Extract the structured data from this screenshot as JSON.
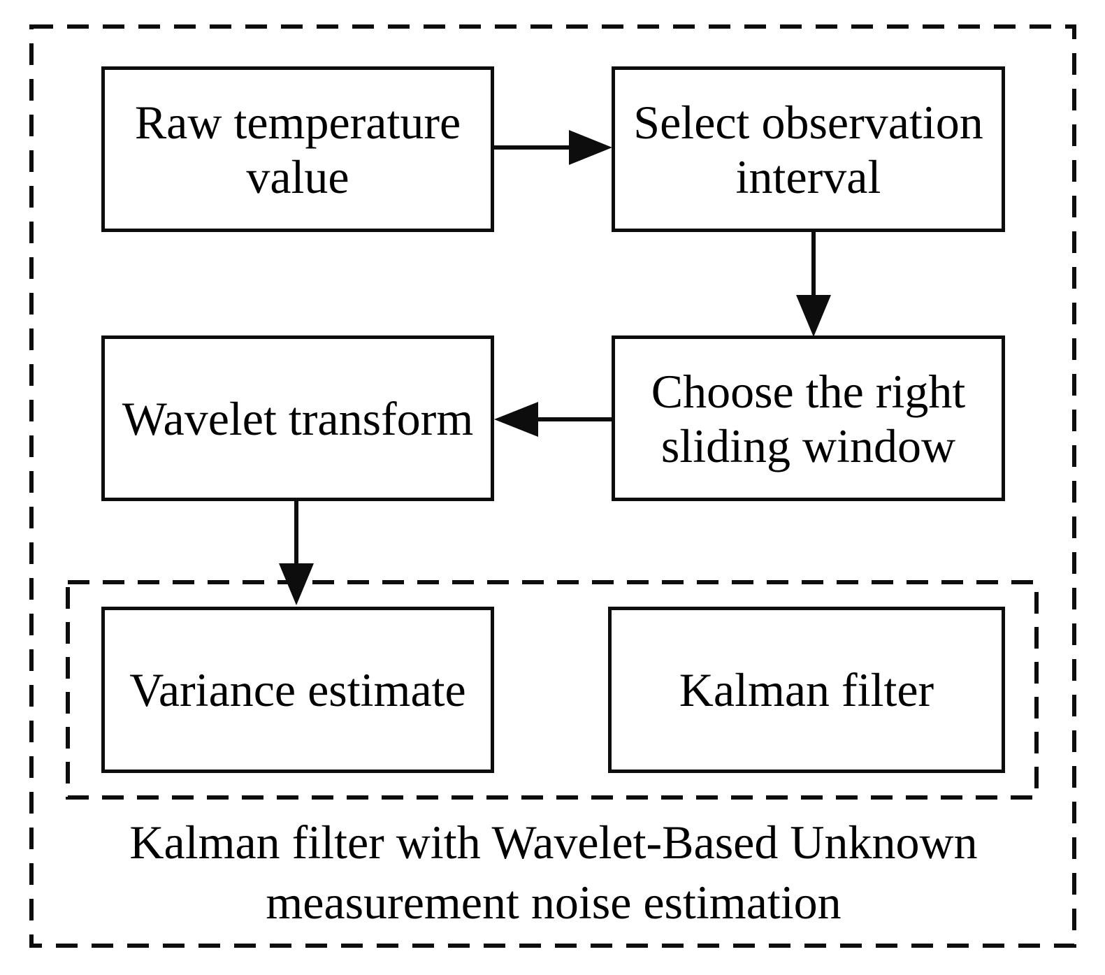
{
  "diagram": {
    "boxes": {
      "raw_temperature": {
        "label": "Raw temperature\nvalue"
      },
      "select_observation": {
        "label": "Select observation\ninterval"
      },
      "wavelet_transform": {
        "label": "Wavelet transform"
      },
      "sliding_window": {
        "label": "Choose the right\nsliding window"
      },
      "variance_estimate": {
        "label": "Variance estimate"
      },
      "kalman_filter": {
        "label": "Kalman filter"
      }
    },
    "caption": "Kalman filter with Wavelet-Based Unknown\nmeasurement noise estimation",
    "colors": {
      "line": "#0d0d0d",
      "text": "#000000",
      "background": "#ffffff"
    },
    "arrows": [
      {
        "from": "raw_temperature",
        "to": "select_observation",
        "direction": "right"
      },
      {
        "from": "select_observation",
        "to": "sliding_window",
        "direction": "down"
      },
      {
        "from": "sliding_window",
        "to": "wavelet_transform",
        "direction": "left"
      },
      {
        "from": "wavelet_transform",
        "to": "variance_estimate",
        "direction": "down"
      }
    ]
  }
}
